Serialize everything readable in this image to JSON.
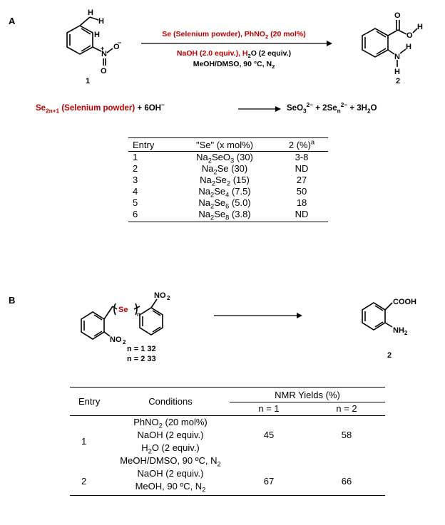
{
  "panel_a": {
    "label": "A",
    "reagents_line1": "Se (Selenium powder), PhNO",
    "reagents_line1_sub": "2",
    "reagents_line1_end": " (20 mol%)",
    "reagents_line2_a": "NaOH (2.0 equiv.), H",
    "reagents_line2_sub": "2",
    "reagents_line2_b": "O (2 equiv.)",
    "reagents_line3_a": "MeOH/DMSO, 90 °C, N",
    "reagents_line3_sub": "2",
    "compound1": "1",
    "compound2": "2",
    "eq_reactant": "Se",
    "eq_reactant_sub": "2n+1",
    "eq_reactant_label": " (Selenium powder)",
    "eq_plus1": " + 6OH",
    "eq_plus1_sup": "−",
    "eq_product1": "SeO",
    "eq_product1_sub": "3",
    "eq_product1_sup": "2−",
    "eq_plus2": " + 2Se",
    "eq_product2_sub": "n",
    "eq_product2_sup": "2−",
    "eq_plus3": " + 3H",
    "eq_product3_sub": "2",
    "eq_product3_end": "O",
    "table": {
      "headers": [
        "Entry",
        "\"Se\" (x mol%)",
        "2 (%)",
        "a"
      ],
      "rows": [
        {
          "entry": "1",
          "se_a": "Na",
          "se_s1": "2",
          "se_b": "SeO",
          "se_s2": "3",
          "se_c": " (30)",
          "yield": "3-8"
        },
        {
          "entry": "2",
          "se_a": "Na",
          "se_s1": "2",
          "se_b": "Se",
          "se_s2": "",
          "se_c": " (30)",
          "yield": "ND"
        },
        {
          "entry": "3",
          "se_a": "Na",
          "se_s1": "2",
          "se_b": "Se",
          "se_s2": "2",
          "se_c": " (15)",
          "yield": "27"
        },
        {
          "entry": "4",
          "se_a": "Na",
          "se_s1": "2",
          "se_b": "Se",
          "se_s2": "4",
          "se_c": " (7.5)",
          "yield": "50"
        },
        {
          "entry": "5",
          "se_a": "Na",
          "se_s1": "2",
          "se_b": "Se",
          "se_s2": "6",
          "se_c": " (5.0)",
          "yield": "18"
        },
        {
          "entry": "6",
          "se_a": "Na",
          "se_s1": "2",
          "se_b": "Se",
          "se_s2": "8",
          "se_c": " (3.8)",
          "yield": "ND"
        }
      ]
    }
  },
  "panel_b": {
    "label": "B",
    "n1_label": "n = 1  32",
    "n2_label": "n = 2  33",
    "product_cooh": "COOH",
    "product_nh2": "NH",
    "product_nh2_sub": "2",
    "compound2": "2",
    "table": {
      "h_entry": "Entry",
      "h_conditions": "Conditions",
      "h_yields": "NMR Yields (%)",
      "h_n1": "n = 1",
      "h_n2": "n = 2",
      "row1": {
        "entry": "1",
        "c1a": "PhNO",
        "c1s": "2",
        "c1b": " (20 mol%)",
        "c2": "NaOH (2 equiv.)",
        "c3a": "H",
        "c3s": "2",
        "c3b": "O (2 equiv.)",
        "c4a": "MeOH/DMSO, 90 ºC, N",
        "c4s": "2",
        "y1": "45",
        "y2": "58"
      },
      "row2": {
        "entry": "2",
        "c1": "NaOH (2 equiv.)",
        "c2a": "MeOH, 90 ºC, N",
        "c2s": "2",
        "y1": "67",
        "y2": "66"
      }
    }
  }
}
